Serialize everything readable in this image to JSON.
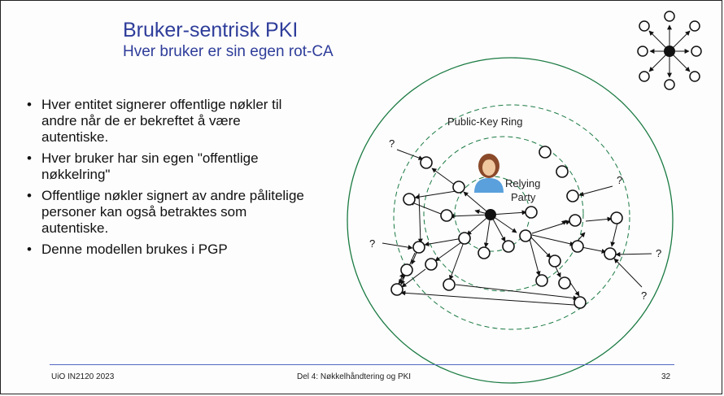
{
  "slide": {
    "title": "Bruker-sentrisk PKI",
    "subtitle": "Hver bruker er sin egen rot-CA",
    "bullets": [
      "Hver entitet signerer offentlige nøkler til andre når de er bekreftet å være autentiske.",
      "Hver bruker har sin egen \"offentlige nøkkelring\"",
      "Offentlige nøkler signert av andre pålitelige personer kan også betraktes som autentiske.",
      "Denne modellen brukes i PGP"
    ]
  },
  "diagram": {
    "ring_label": "Public-Key Ring",
    "relying_party_line1": "Relying",
    "relying_party_line2": "Party",
    "unknown_marker": "?",
    "colors": {
      "ring": "#1a7a42",
      "dashed": "#1a7a42",
      "node": "#111111",
      "person_hair": "#8a4a2a",
      "person_body": "#5aa0dc",
      "person_face": "#f0c8a0"
    }
  },
  "footer": {
    "left": "UiO IN2120 2023",
    "center": "Del 4: Nøkkelhåndtering og PKI",
    "page": "32"
  }
}
